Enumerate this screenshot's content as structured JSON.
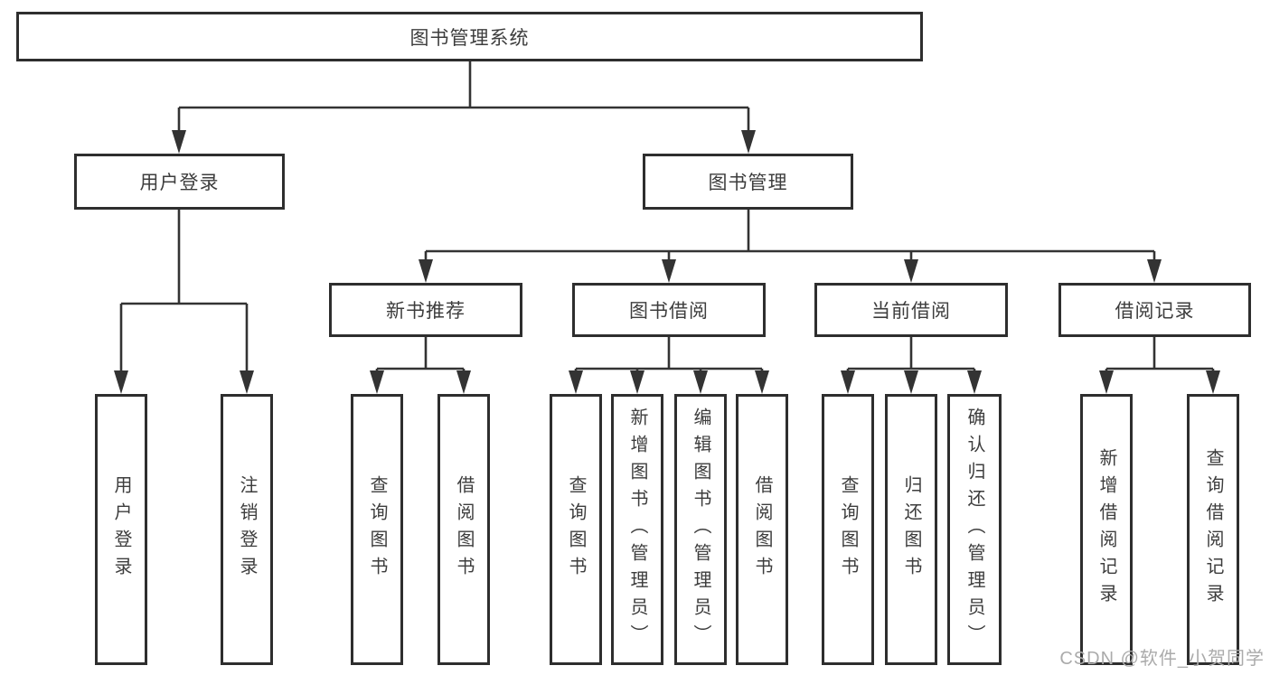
{
  "nodes": {
    "root": "图书管理系统",
    "l2": [
      "用户登录",
      "图书管理"
    ],
    "l3": [
      "新书推荐",
      "图书借阅",
      "当前借阅",
      "借阅记录"
    ],
    "leaf": [
      "用户登录",
      "注销登录",
      "查询图书",
      "借阅图书",
      "查询图书",
      "新增图书（管理员）",
      "编辑图书（管理员）",
      "借阅图书",
      "查询图书",
      "归还图书",
      "确认归还（管理员）",
      "新增借阅记录",
      "查询借阅记录"
    ]
  },
  "structure": {
    "图书管理系统": [
      "用户登录",
      "图书管理"
    ],
    "用户登录": [
      "用户登录",
      "注销登录"
    ],
    "图书管理": [
      "新书推荐",
      "图书借阅",
      "当前借阅",
      "借阅记录"
    ],
    "新书推荐": [
      "查询图书",
      "借阅图书"
    ],
    "图书借阅": [
      "查询图书",
      "新增图书（管理员）",
      "编辑图书（管理员）",
      "借阅图书"
    ],
    "当前借阅": [
      "查询图书",
      "归还图书",
      "确认归还（管理员）"
    ],
    "借阅记录": [
      "新增借阅记录",
      "查询借阅记录"
    ]
  },
  "watermark": "CSDN @软件_小贺同学",
  "colors": {
    "line": "#333333",
    "text": "#3d3d3d",
    "watermark": "#ababab",
    "background": "#ffffff"
  }
}
